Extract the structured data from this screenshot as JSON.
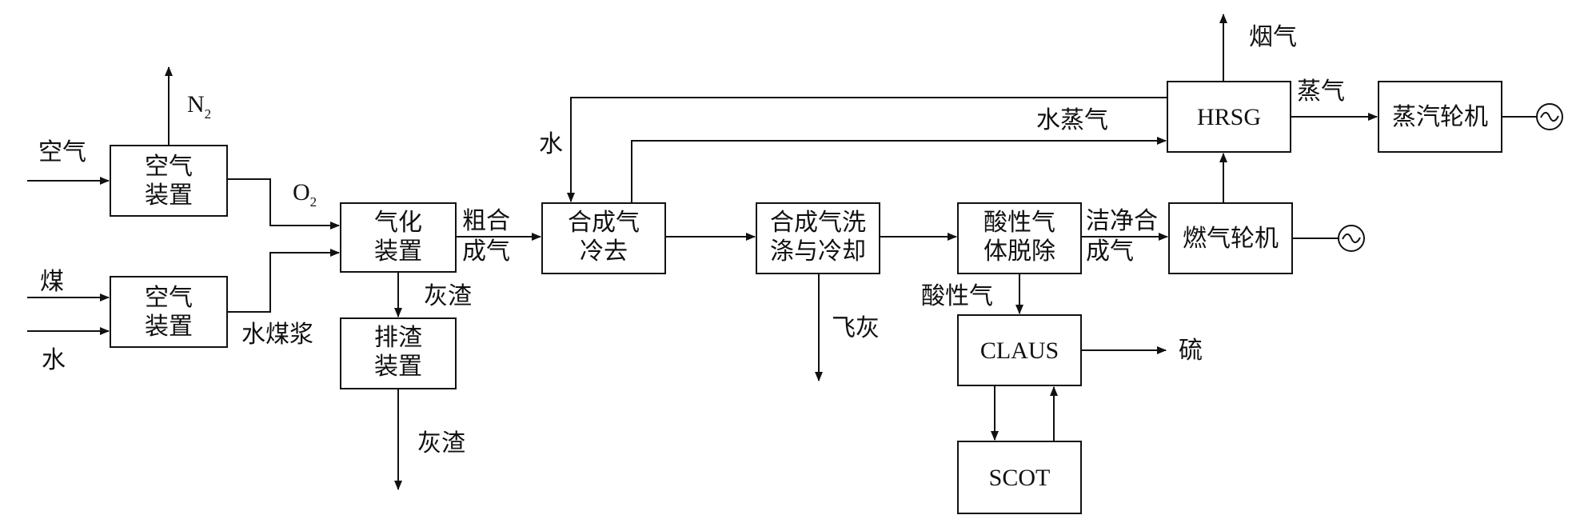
{
  "boxes": {
    "air_unit_1": [
      "空气",
      "装置"
    ],
    "air_unit_2": [
      "空气",
      "装置"
    ],
    "gasifier": [
      "气化",
      "装置"
    ],
    "slag_unit": [
      "排渣",
      "装置"
    ],
    "syngas_cooler": [
      "合成气",
      "冷去"
    ],
    "syngas_wash": [
      "合成气洗",
      "涤与冷却"
    ],
    "acid_gas_removal": [
      "酸性气",
      "体脱除"
    ],
    "claus": "CLAUS",
    "scot": "SCOT",
    "gas_turbine": "燃气轮机",
    "hrsg": "HRSG",
    "steam_turbine": "蒸汽轮机"
  },
  "labels": {
    "air_in": "空气",
    "coal_in": "煤",
    "water_in": "水",
    "n2_base": "N",
    "n2_sub": "2",
    "o2_base": "O",
    "o2_sub": "2",
    "coal_water_slurry": "水煤浆",
    "ash_slag_1": "灰渣",
    "ash_slag_2": "灰渣",
    "raw_syngas": [
      "粗合",
      "成气"
    ],
    "water_return": "水",
    "steam_water": "水蒸气",
    "flue_gas": "烟气",
    "steam": "蒸气",
    "fly_ash": "飞灰",
    "clean_syngas": [
      "洁净合",
      "成气"
    ],
    "acid_gas": "酸性气",
    "sulfur": "硫"
  },
  "icons": [
    "generator-icon",
    "generator-icon"
  ]
}
